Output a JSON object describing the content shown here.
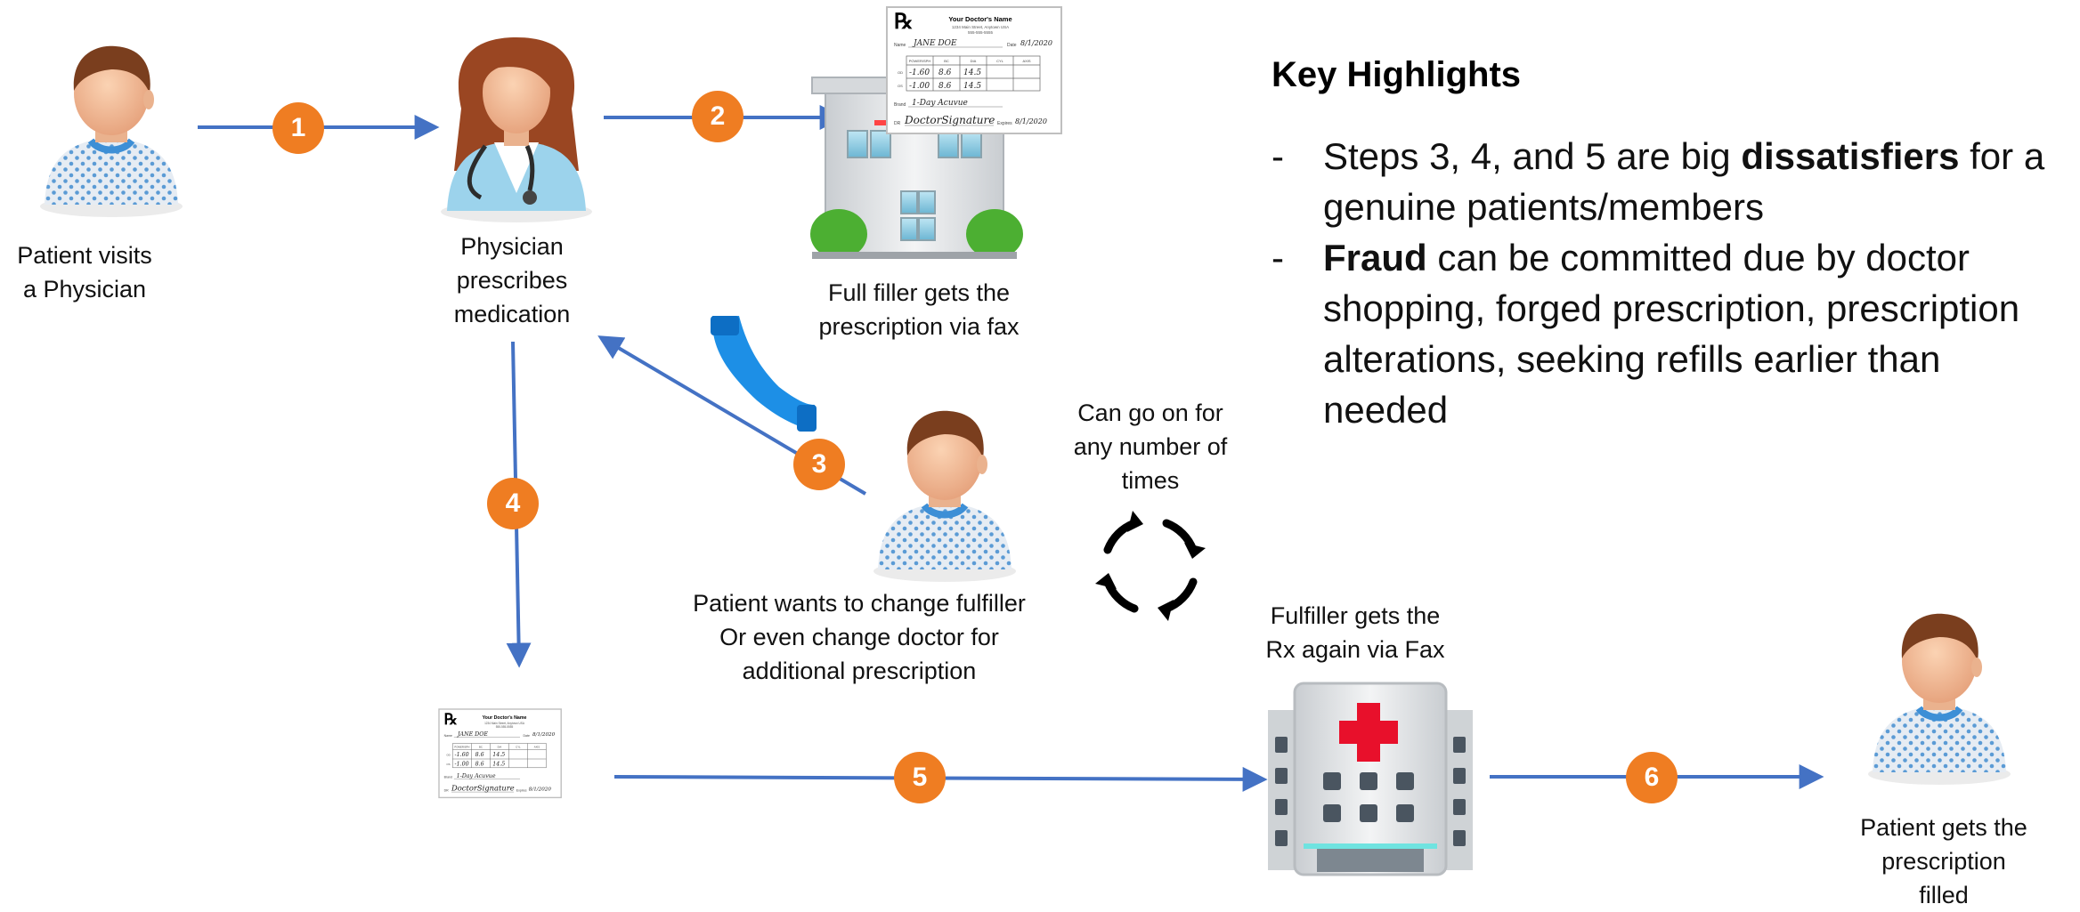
{
  "steps": [
    "1",
    "2",
    "3",
    "4",
    "5",
    "6"
  ],
  "labels": {
    "patient_visits": [
      "Patient visits",
      "a Physician"
    ],
    "physician_prescribes": [
      "Physician",
      "prescribes",
      "medication"
    ],
    "fulfiller_fax": [
      "Full filler  gets the",
      "prescription via fax"
    ],
    "patient_change": [
      "Patient wants to change fulfiller",
      "Or even change doctor for",
      "additional prescription"
    ],
    "repeat": [
      "Can go on for",
      "any number of",
      "times"
    ],
    "fulfiller_again": [
      "Fulfiller gets the",
      "Rx again via Fax"
    ],
    "patient_filled": [
      "Patient gets the",
      "prescription",
      "filled"
    ]
  },
  "prescription": {
    "rx_symbol": "℞",
    "doctor_name": "Your Doctor's Name",
    "address_line1": "1234 Main Street, Anytown USA",
    "address_line2": "555-555-5555",
    "name_label": "Name",
    "name_value": "JANE DOE",
    "date_label": "Date",
    "date_value": "8/1/2020",
    "table_headers": [
      "POWER/SPH",
      "BC",
      "DIA",
      "CYL",
      "AXIS"
    ],
    "row1": [
      "OD",
      "-1.60",
      "8.6",
      "14.5"
    ],
    "row2": [
      "OS",
      "-1.00",
      "8.6",
      "14.5"
    ],
    "brand_label": "Brand",
    "brand_value": "1-Day Acuvue",
    "dr_label": "DR",
    "signature": "DoctorSignature",
    "expires_label": "Expires",
    "expires_value": "8/1/2020"
  },
  "highlights": {
    "title": "Key Highlights",
    "items": [
      {
        "dash": "-",
        "pre": "Steps 3, 4, and 5 are big ",
        "bold": "dissatisfiers",
        "post": " for a genuine  patients/members"
      },
      {
        "dash": "-",
        "pre": "",
        "bold": "Fraud",
        "post": " can be committed due by doctor shopping, forged prescription, prescription alterations, seeking refills earlier than needed"
      }
    ]
  },
  "colors": {
    "arrow": "#4472c4",
    "badge": "#ef7d22",
    "phone": "#1d8fe6",
    "cross": "#e8102b",
    "gown": "#e1e8ef",
    "gown_dots": "#5b9bd5"
  },
  "icons": [
    "patient-icon",
    "physician-icon",
    "pharmacy-building-icon",
    "prescription-icon",
    "phone-icon",
    "refresh-cycle-icon",
    "hospital-icon"
  ]
}
